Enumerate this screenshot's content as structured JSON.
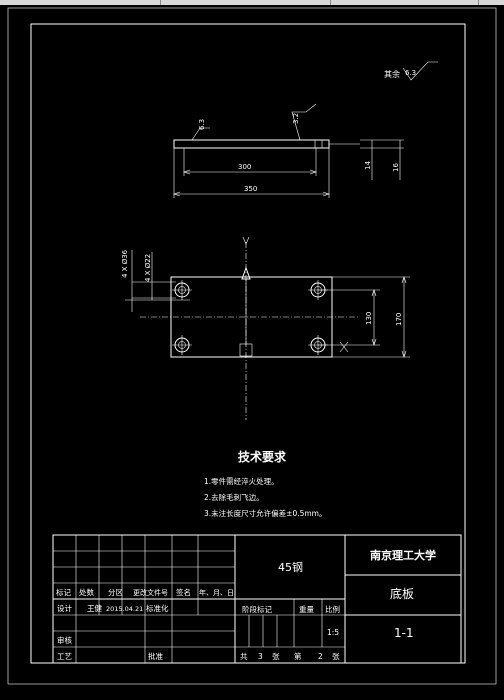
{
  "colors": {
    "background": "#000000",
    "lines": "#ffffff",
    "window_bar": "#d8d8d8"
  },
  "roughness": {
    "other_label": "其余",
    "other_value": "6.3",
    "surface_a": "6.3",
    "surface_b": "3.2"
  },
  "side_view": {
    "dim_inner": "300",
    "dim_overall": "350",
    "dim_thickness": "14",
    "dim_height": "16"
  },
  "plan_view": {
    "hole_callout_1": "4 X Ø36",
    "hole_callout_2": "4 X Ø22",
    "dim_hole_spacing": "130",
    "dim_width": "170"
  },
  "tech_requirements": {
    "title": "技术要求",
    "items": [
      "1.零件需经淬火处理。",
      "2.去除毛刺飞边。",
      "3.未注长度尺寸允许偏差±0.5mm。"
    ]
  },
  "title_block": {
    "material": "45钢",
    "school": "南京理工大学",
    "part_name": "底板",
    "drawing_no": "1-1",
    "headers": [
      "标记",
      "处数",
      "分区",
      "更改文件号",
      "签名",
      "年、月、日"
    ],
    "design_row": [
      "设计",
      "王健",
      "2015.04.21",
      "标准化"
    ],
    "stage_label": "阶段标记",
    "weight_label": "重量",
    "scale_label": "比例",
    "scale_value": "1:5",
    "review_label": "审核",
    "process_label": "工艺",
    "approve_label": "批准",
    "sheets_total_prefix": "共",
    "sheets_total": "3",
    "sheets_word_1": "张",
    "sheet_prefix": "第",
    "sheet_current": "2",
    "sheets_word_2": "张"
  }
}
